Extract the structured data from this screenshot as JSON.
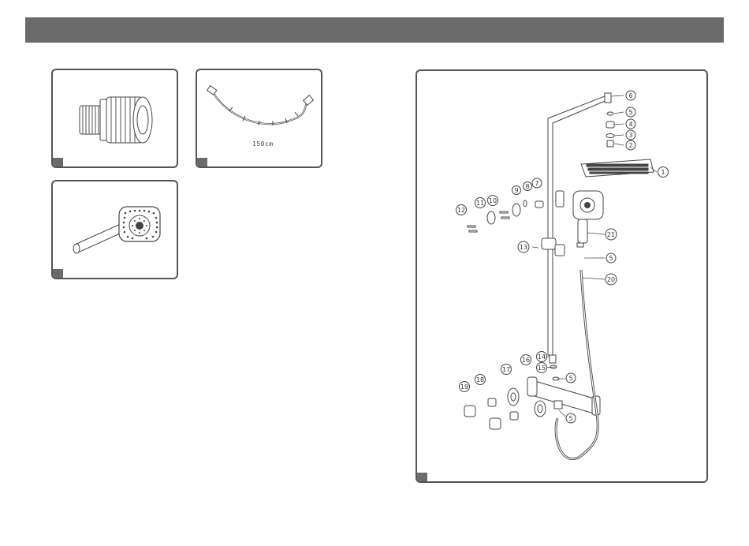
{
  "accessories": {
    "hose_length_label": "150cm"
  },
  "diagram": {
    "callouts": [
      "1",
      "2",
      "3",
      "4",
      "5",
      "6",
      "7",
      "8",
      "9",
      "10",
      "11",
      "12",
      "13",
      "14",
      "15",
      "16",
      "17",
      "18",
      "19",
      "20",
      "21"
    ]
  }
}
